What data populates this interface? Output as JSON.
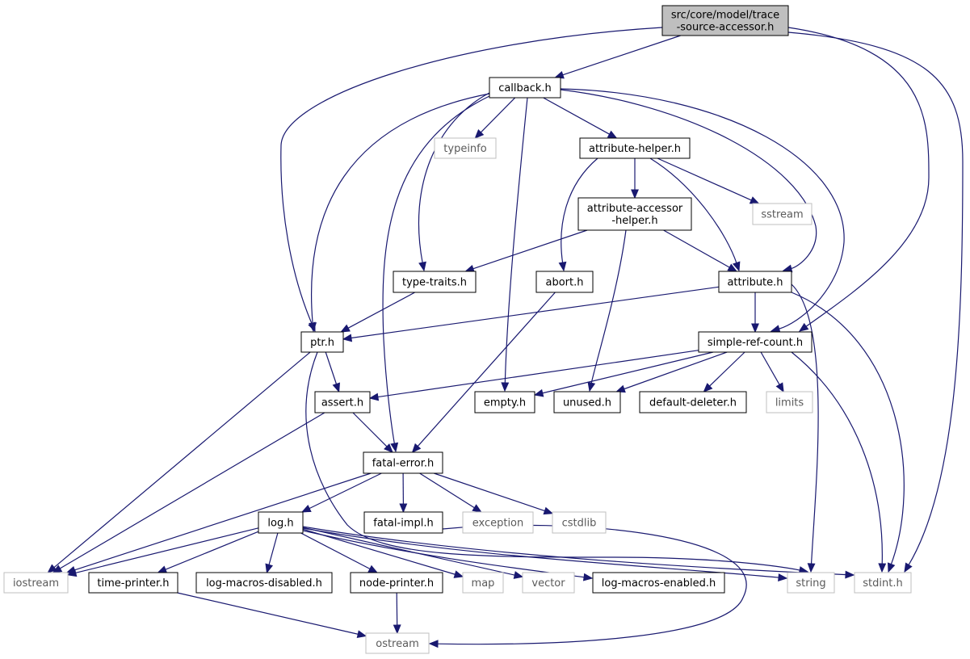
{
  "colors": {
    "edge": "#191970",
    "node_stroke": "#000000",
    "external_stroke": "#bfbfbf",
    "external_text": "#5a5a5a",
    "root_fill": "#bfbfbf",
    "node_fill": "#ffffff"
  },
  "root": "root",
  "nodes": [
    {
      "id": "root",
      "lines": [
        "src/core/model/trace",
        "-source-accessor.h"
      ]
    },
    {
      "id": "callback",
      "lines": [
        "callback.h"
      ]
    },
    {
      "id": "typeinfo",
      "lines": [
        "typeinfo"
      ],
      "external": true
    },
    {
      "id": "attrhelper",
      "lines": [
        "attribute-helper.h"
      ]
    },
    {
      "id": "sstream",
      "lines": [
        "sstream"
      ],
      "external": true
    },
    {
      "id": "attracc",
      "lines": [
        "attribute-accessor",
        "-helper.h"
      ]
    },
    {
      "id": "typetraits",
      "lines": [
        "type-traits.h"
      ]
    },
    {
      "id": "abort",
      "lines": [
        "abort.h"
      ]
    },
    {
      "id": "attribute",
      "lines": [
        "attribute.h"
      ]
    },
    {
      "id": "ptr",
      "lines": [
        "ptr.h"
      ]
    },
    {
      "id": "simpleref",
      "lines": [
        "simple-ref-count.h"
      ]
    },
    {
      "id": "assert",
      "lines": [
        "assert.h"
      ]
    },
    {
      "id": "empty",
      "lines": [
        "empty.h"
      ]
    },
    {
      "id": "unused",
      "lines": [
        "unused.h"
      ]
    },
    {
      "id": "defdel",
      "lines": [
        "default-deleter.h"
      ]
    },
    {
      "id": "limits",
      "lines": [
        "limits"
      ],
      "external": true
    },
    {
      "id": "fatalerror",
      "lines": [
        "fatal-error.h"
      ]
    },
    {
      "id": "log",
      "lines": [
        "log.h"
      ]
    },
    {
      "id": "fatalimpl",
      "lines": [
        "fatal-impl.h"
      ]
    },
    {
      "id": "exception",
      "lines": [
        "exception"
      ],
      "external": true
    },
    {
      "id": "cstdlib",
      "lines": [
        "cstdlib"
      ],
      "external": true
    },
    {
      "id": "iostream",
      "lines": [
        "iostream"
      ],
      "external": true
    },
    {
      "id": "timeprinter",
      "lines": [
        "time-printer.h"
      ]
    },
    {
      "id": "logmacdis",
      "lines": [
        "log-macros-disabled.h"
      ]
    },
    {
      "id": "nodeprinter",
      "lines": [
        "node-printer.h"
      ]
    },
    {
      "id": "map",
      "lines": [
        "map"
      ],
      "external": true
    },
    {
      "id": "vector",
      "lines": [
        "vector"
      ],
      "external": true
    },
    {
      "id": "logmacen",
      "lines": [
        "log-macros-enabled.h"
      ]
    },
    {
      "id": "string",
      "lines": [
        "string"
      ],
      "external": true
    },
    {
      "id": "stdint",
      "lines": [
        "stdint.h"
      ],
      "external": true
    },
    {
      "id": "ostream",
      "lines": [
        "ostream"
      ],
      "external": true
    }
  ],
  "edges": [
    [
      "root",
      "callback"
    ],
    [
      "root",
      "ptr"
    ],
    [
      "root",
      "simpleref"
    ],
    [
      "root",
      "stdint"
    ],
    [
      "callback",
      "typeinfo"
    ],
    [
      "callback",
      "attrhelper"
    ],
    [
      "callback",
      "typetraits"
    ],
    [
      "callback",
      "ptr"
    ],
    [
      "callback",
      "fatalerror"
    ],
    [
      "callback",
      "empty"
    ],
    [
      "callback",
      "attribute"
    ],
    [
      "callback",
      "simpleref"
    ],
    [
      "attrhelper",
      "attracc"
    ],
    [
      "attrhelper",
      "sstream"
    ],
    [
      "attrhelper",
      "abort"
    ],
    [
      "attrhelper",
      "attribute"
    ],
    [
      "attracc",
      "typetraits"
    ],
    [
      "attracc",
      "attribute"
    ],
    [
      "attracc",
      "unused"
    ],
    [
      "typetraits",
      "ptr"
    ],
    [
      "abort",
      "fatalerror"
    ],
    [
      "attribute",
      "ptr"
    ],
    [
      "attribute",
      "simpleref"
    ],
    [
      "attribute",
      "string"
    ],
    [
      "attribute",
      "stdint"
    ],
    [
      "ptr",
      "assert"
    ],
    [
      "ptr",
      "iostream"
    ],
    [
      "ptr",
      "string"
    ],
    [
      "simpleref",
      "assert"
    ],
    [
      "simpleref",
      "empty"
    ],
    [
      "simpleref",
      "unused"
    ],
    [
      "simpleref",
      "defdel"
    ],
    [
      "simpleref",
      "limits"
    ],
    [
      "simpleref",
      "stdint"
    ],
    [
      "assert",
      "fatalerror"
    ],
    [
      "assert",
      "iostream"
    ],
    [
      "fatalerror",
      "log"
    ],
    [
      "fatalerror",
      "fatalimpl"
    ],
    [
      "fatalerror",
      "exception"
    ],
    [
      "fatalerror",
      "cstdlib"
    ],
    [
      "fatalerror",
      "iostream"
    ],
    [
      "fatalimpl",
      "ostream"
    ],
    [
      "log",
      "iostream"
    ],
    [
      "log",
      "timeprinter"
    ],
    [
      "log",
      "logmacdis"
    ],
    [
      "log",
      "nodeprinter"
    ],
    [
      "log",
      "map"
    ],
    [
      "log",
      "vector"
    ],
    [
      "log",
      "logmacen"
    ],
    [
      "log",
      "string"
    ],
    [
      "log",
      "stdint"
    ],
    [
      "timeprinter",
      "ostream"
    ],
    [
      "nodeprinter",
      "ostream"
    ]
  ]
}
